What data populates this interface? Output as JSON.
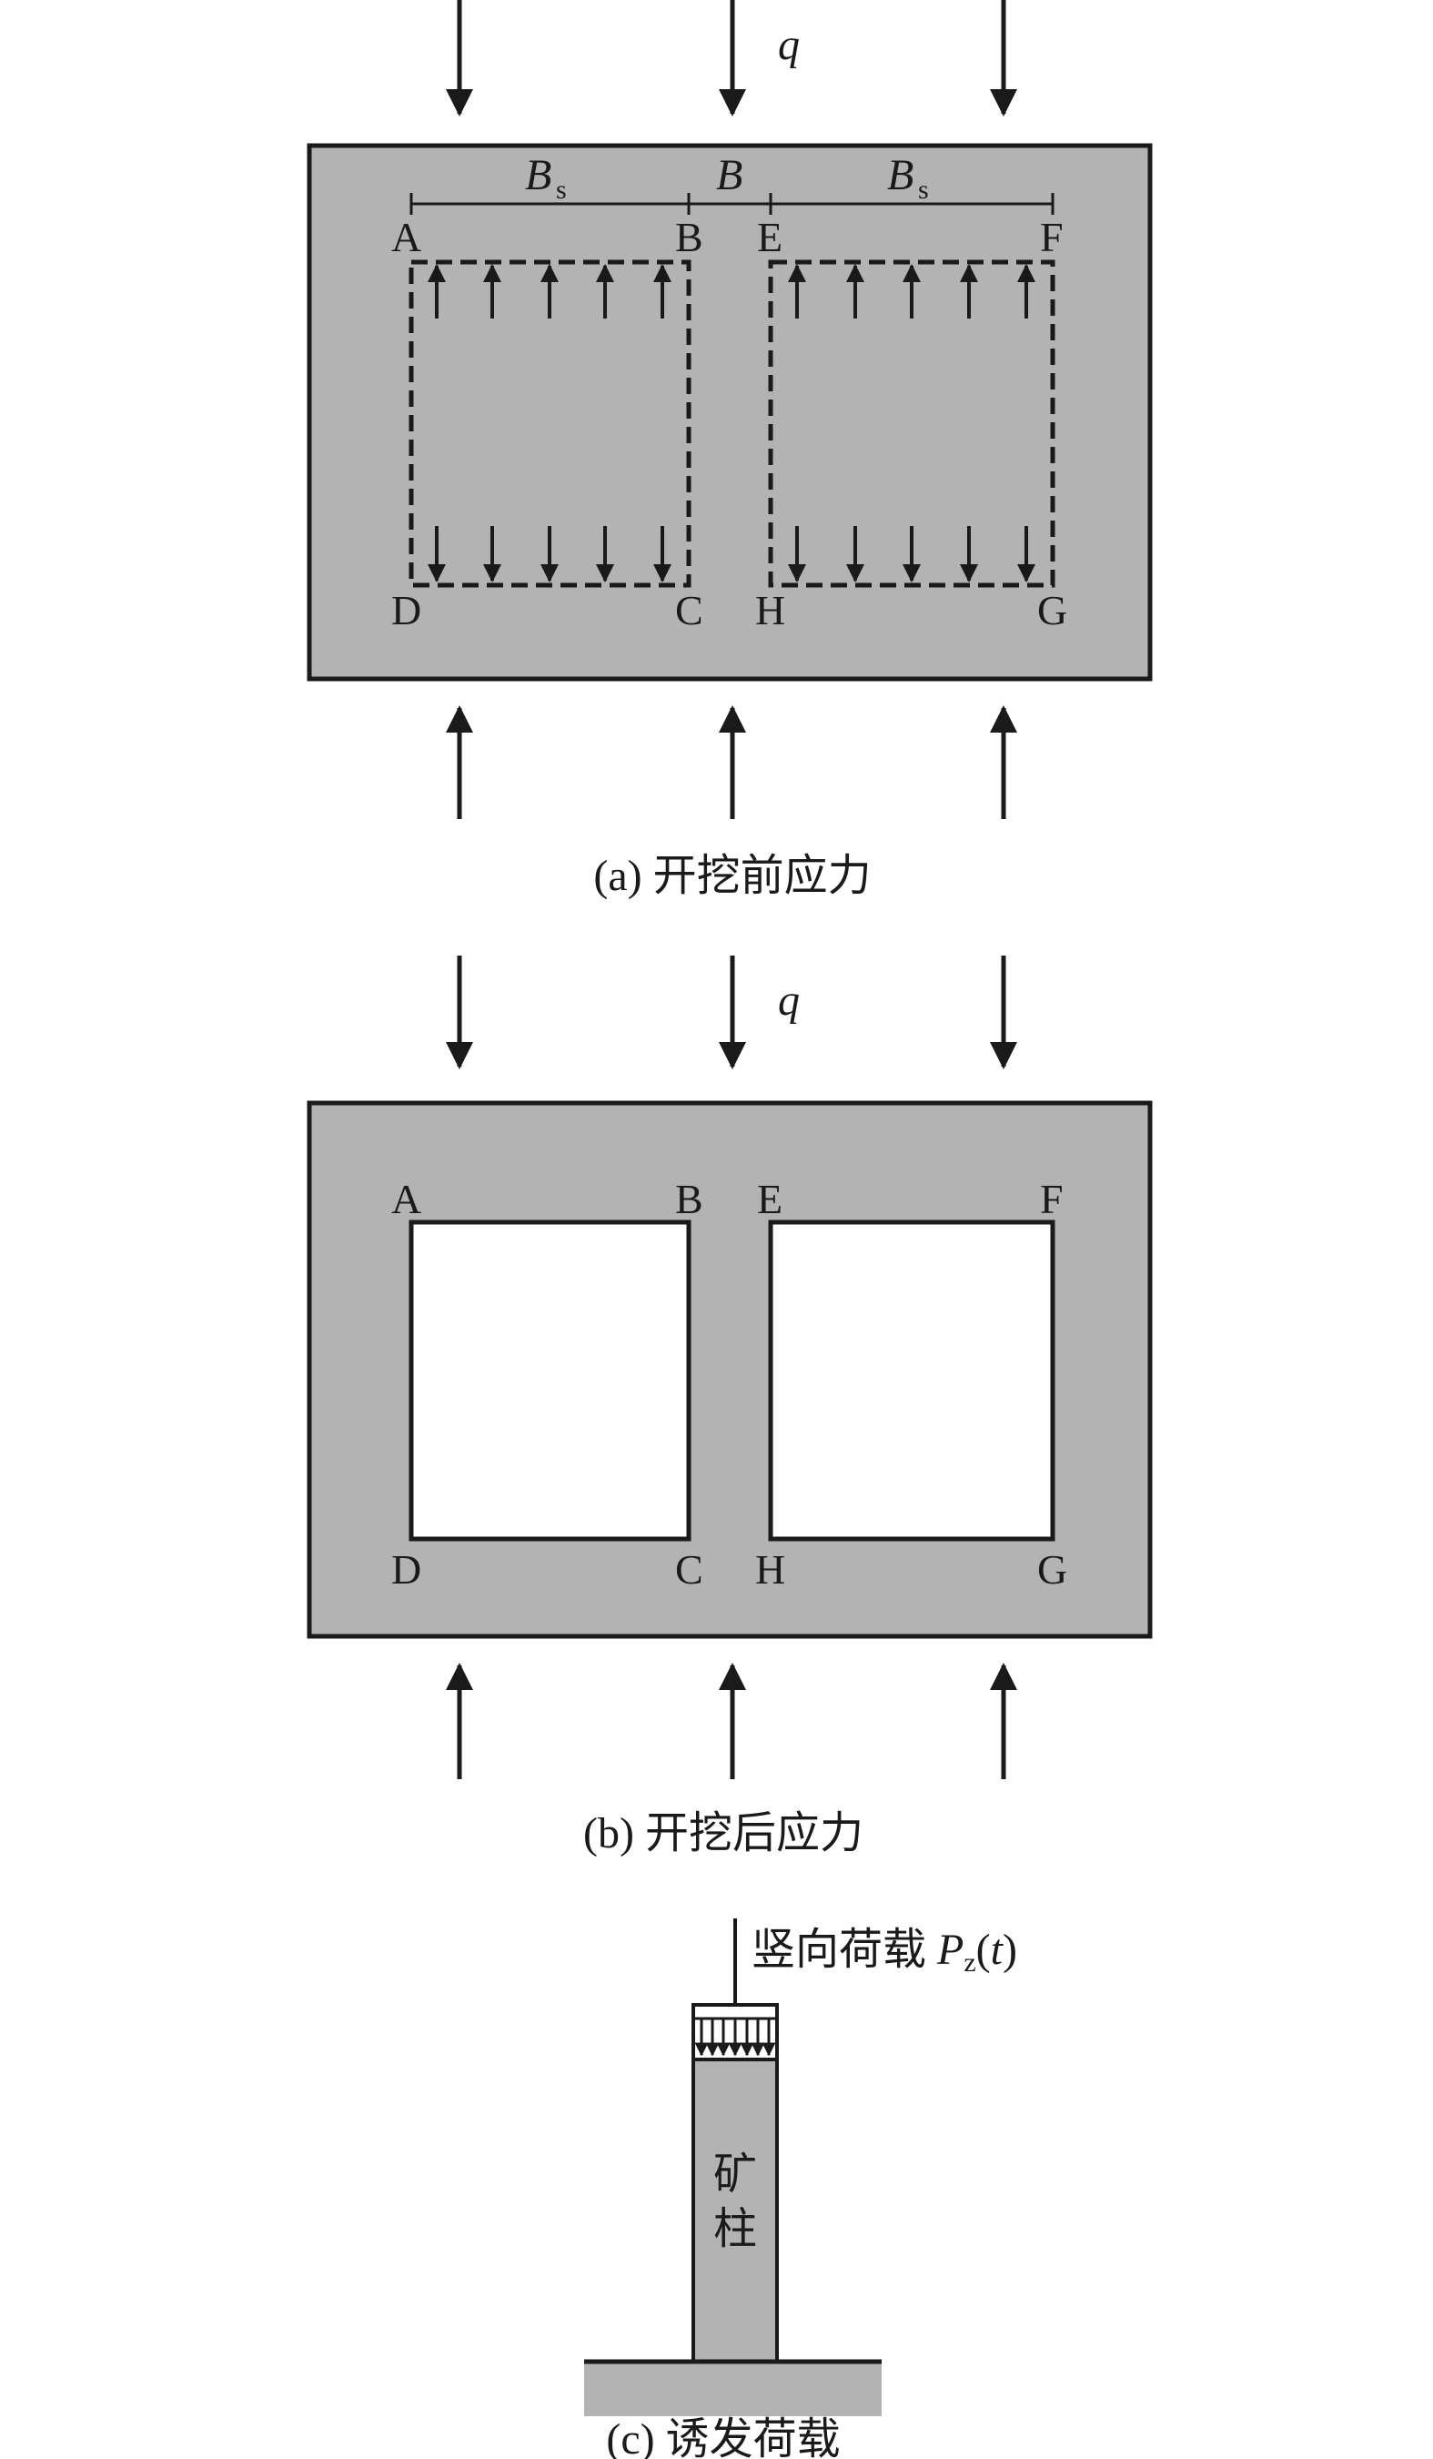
{
  "panel_a": {
    "load_label": "q",
    "dim_bs_left": "B",
    "dim_bs_left_sub": "s",
    "dim_b": "B",
    "dim_bs_right": "B",
    "dim_bs_right_sub": "s",
    "point_a": "A",
    "point_b": "B",
    "point_c": "C",
    "point_d": "D",
    "point_e": "E",
    "point_f": "F",
    "point_g": "G",
    "point_h": "H",
    "caption": "(a) 开挖前应力"
  },
  "panel_b": {
    "load_label": "q",
    "point_a": "A",
    "point_b": "B",
    "point_c": "C",
    "point_d": "D",
    "point_e": "E",
    "point_f": "F",
    "point_g": "G",
    "point_h": "H",
    "caption": "(b) 开挖后应力"
  },
  "panel_c": {
    "load_text": "竖向荷载 ",
    "load_symbol": "P",
    "load_sub": "z",
    "load_arg_open": "(",
    "load_arg": "t",
    "load_arg_close": ")",
    "pillar_char1": "矿",
    "pillar_char2": "柱",
    "caption": "(c) 诱发荷载"
  },
  "colors": {
    "rock": "#b3b3b3",
    "line": "#1a1a1a",
    "void": "#ffffff"
  }
}
